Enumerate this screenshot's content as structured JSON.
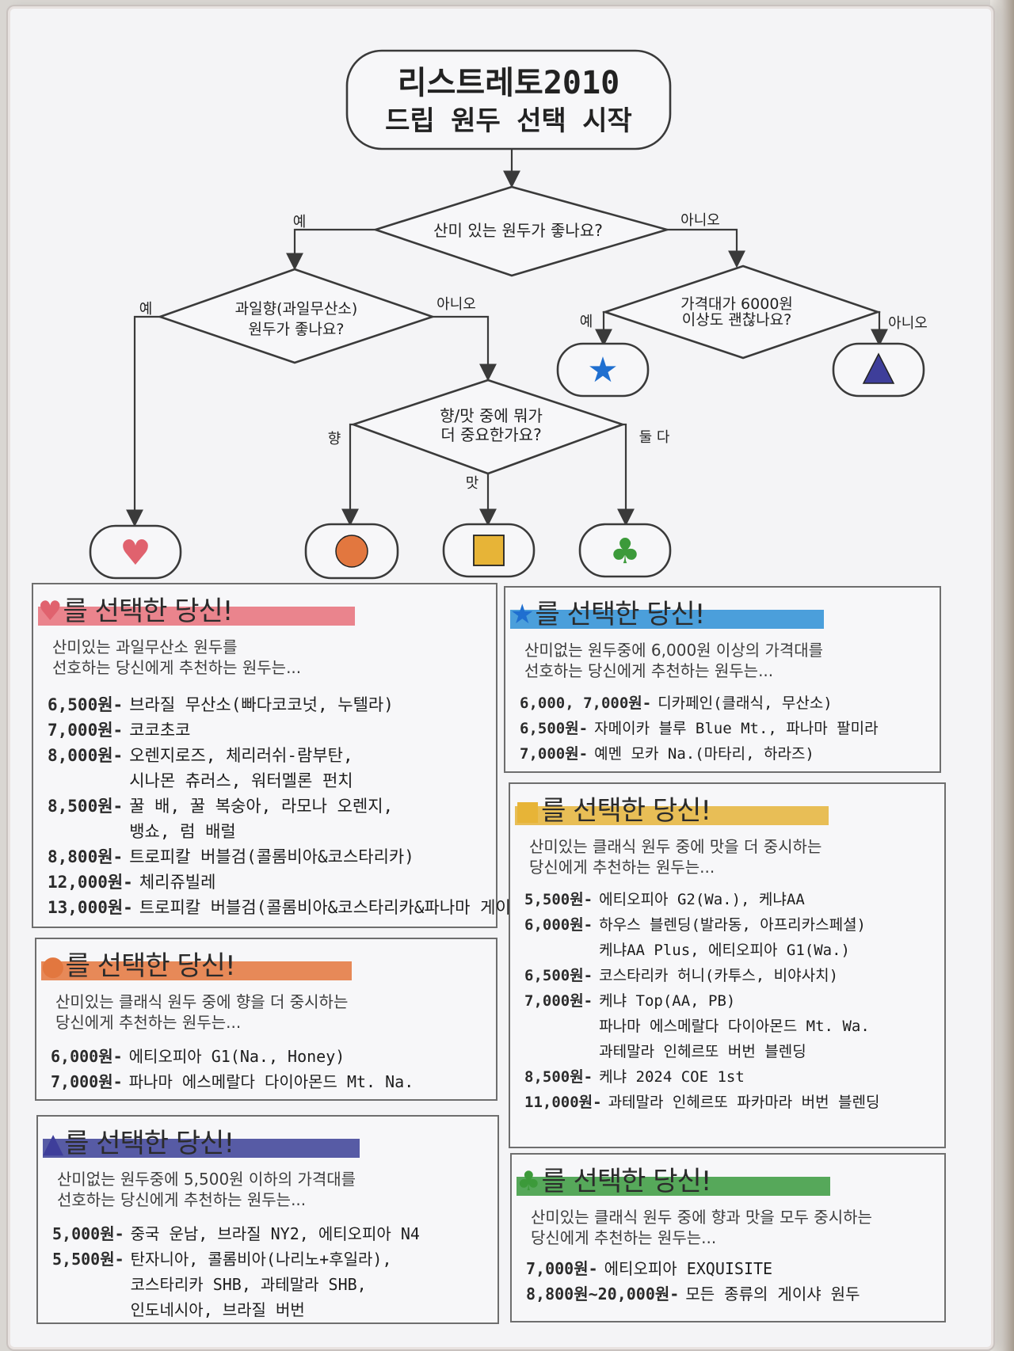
{
  "flow": {
    "start_line1": "리스트레토2010",
    "start_line2": "드립 원두 선택 시작",
    "q1": "산미 있는 원두가 좋나요?",
    "q2_line1": "과일향(과일무산소)",
    "q2_line2": "원두가 좋나요?",
    "q3_line1": "가격대가 6000원",
    "q3_line2": "이상도 괜찮나요?",
    "q4_line1": "향/맛 중에 뭐가",
    "q4_line2": "더 중요한가요?",
    "yes": "예",
    "no": "아니오",
    "aroma": "향",
    "taste": "맛",
    "both": "둘 다"
  },
  "boxes": {
    "heart": {
      "symbol": "♥",
      "title": "를 선택한 당신!",
      "color": "#e8707a",
      "intro": "산미있는 과일무산소 원두를\n선호하는 당신에게 추천하는 원두는...",
      "rows": [
        {
          "price": "6,500원-",
          "items": [
            "브라질 무산소(빠다코코넛, 누텔라)"
          ]
        },
        {
          "price": "7,000원-",
          "items": [
            "코코초코"
          ]
        },
        {
          "price": "8,000원-",
          "items": [
            "오렌지로즈, 체리러쉬-람부탄,",
            "시나몬 츄러스, 워터멜론 펀치"
          ]
        },
        {
          "price": "8,500원-",
          "items": [
            "꿀 배, 꿀 복숭아, 라모나 오렌지,",
            "뱅쇼, 럼 배럴"
          ]
        },
        {
          "price": "8,800원-",
          "items": [
            "트로피칼 버블검(콜롬비아&코스타리카)"
          ]
        },
        {
          "price": "12,000원-",
          "items": [
            "체리쥬빌레"
          ]
        },
        {
          "price": "13,000원-",
          "items": [
            "트로피칼 버블검(콜롬비아&코스타리카&파나마 게이샤)"
          ]
        }
      ]
    },
    "circle": {
      "symbol": "●",
      "title": "를 선택한 당신!",
      "color": "#e4763c",
      "intro": "산미있는 클래식 원두 중에 향을 더 중시하는\n당신에게 추천하는 원두는...",
      "rows": [
        {
          "price": "6,000원-",
          "items": [
            "에티오피아 G1(Na., Honey)"
          ]
        },
        {
          "price": "7,000원-",
          "items": [
            "파나마 에스메랄다 다이아몬드 Mt. Na."
          ]
        }
      ]
    },
    "triangle": {
      "symbol": "▲",
      "title": "를 선택한 당신!",
      "color": "#3b3f97",
      "intro": "산미없는 원두중에 5,500원 이하의 가격대를\n선호하는 당신에게 추천하는 원두는...",
      "rows": [
        {
          "price": "5,000원-",
          "items": [
            "중국 운남, 브라질 NY2, 에티오피아 N4"
          ]
        },
        {
          "price": "5,500원-",
          "items": [
            "탄자니아, 콜롬비아(나리노+후일라),",
            "코스타리카 SHB, 과테말라 SHB,",
            "인도네시아, 브라질 버번"
          ]
        }
      ]
    },
    "star": {
      "symbol": "★",
      "title": "를 선택한 당신!",
      "color": "#2d8fd6",
      "intro": "산미없는 원두중에 6,000원 이상의 가격대를\n선호하는 당신에게 추천하는 원두는...",
      "rows": [
        {
          "price": "6,000, 7,000원-",
          "items": [
            "디카페인(클래식, 무산소)"
          ]
        },
        {
          "price": "6,500원-",
          "items": [
            "자메이카 블루 Blue Mt., 파나마 팔미라"
          ]
        },
        {
          "price": "7,000원-",
          "items": [
            "예멘 모카 Na.(마타리, 하라즈)"
          ]
        }
      ]
    },
    "square": {
      "symbol": "■",
      "title": "를 선택한 당신!",
      "color": "#e5b43a",
      "intro": "산미있는 클래식 원두 중에 맛을 더 중시하는\n당신에게 추천하는 원두는...",
      "rows": [
        {
          "price": "5,500원-",
          "items": [
            "에티오피아 G2(Wa.), 케냐AA"
          ]
        },
        {
          "price": "6,000원-",
          "items": [
            "하우스 블렌딩(발라동, 아프리카스페셜)",
            "케냐AA Plus, 에티오피아 G1(Wa.)"
          ]
        },
        {
          "price": "6,500원-",
          "items": [
            "코스타리카 허니(카투스, 비야사치)"
          ]
        },
        {
          "price": "7,000원-",
          "items": [
            "케냐 Top(AA, PB)",
            "파나마 에스메랄다 다이아몬드 Mt. Wa.",
            "과테말라 인헤르또 버번 블렌딩"
          ]
        },
        {
          "price": "8,500원-",
          "items": [
            "케냐 2024 COE 1st"
          ]
        },
        {
          "price": "11,000원-",
          "items": [
            "과테말라 인헤르또 파카마라 버번 블렌딩"
          ]
        }
      ]
    },
    "club": {
      "symbol": "♣",
      "title": "를 선택한 당신!",
      "color": "#3a9a3e",
      "intro": "산미있는 클래식 원두 중에 향과 맛을 모두 중시하는\n당신에게 추천하는 원두는...",
      "rows": [
        {
          "price": "7,000원-",
          "items": [
            "에티오피아 EXQUISITE"
          ]
        },
        {
          "price": "8,800원~20,000원-",
          "items": [
            "모든 종류의 게이샤 원두"
          ]
        }
      ]
    }
  },
  "colors": {
    "heart": "#e0626e",
    "circle": "#e2773f",
    "square": "#e7b437",
    "club": "#3c9a3a",
    "star": "#1f6fd0",
    "triangle": "#3e3e9a"
  }
}
